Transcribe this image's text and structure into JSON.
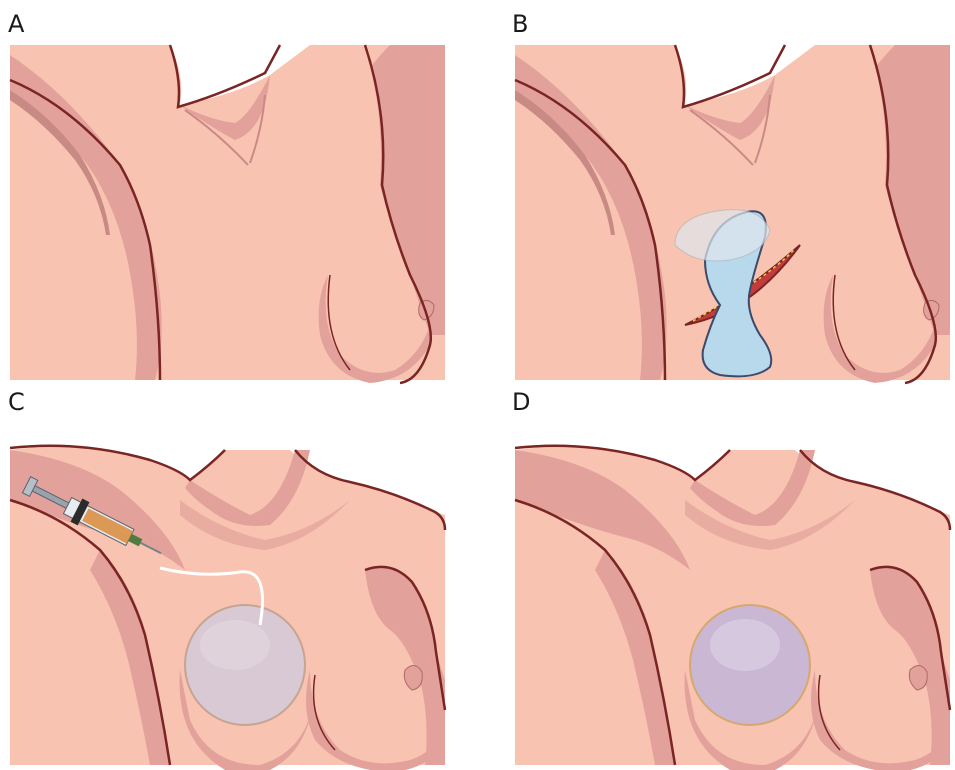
{
  "panels": [
    {
      "label": "A"
    },
    {
      "label": "B"
    },
    {
      "label": "C"
    },
    {
      "label": "D"
    }
  ],
  "colors": {
    "skin": "#f8c3b0",
    "skin_shadow": "#e2a29b",
    "outline": "#7a2424",
    "expander": "#b8d8ec",
    "expander_outline": "#3b4a6a",
    "implant": "#c9b7d4",
    "implant_border": "#d6a870",
    "syringe": "#9aa3ad",
    "syringe_liquid": "#d9893a"
  },
  "figures": {
    "A": {
      "content": "torso-outline"
    },
    "B": {
      "content": "torso-with-tissue-expander-insertion"
    },
    "C": {
      "content": "torso-with-syringe-expander-inflation"
    },
    "D": {
      "content": "torso-with-implant"
    }
  }
}
